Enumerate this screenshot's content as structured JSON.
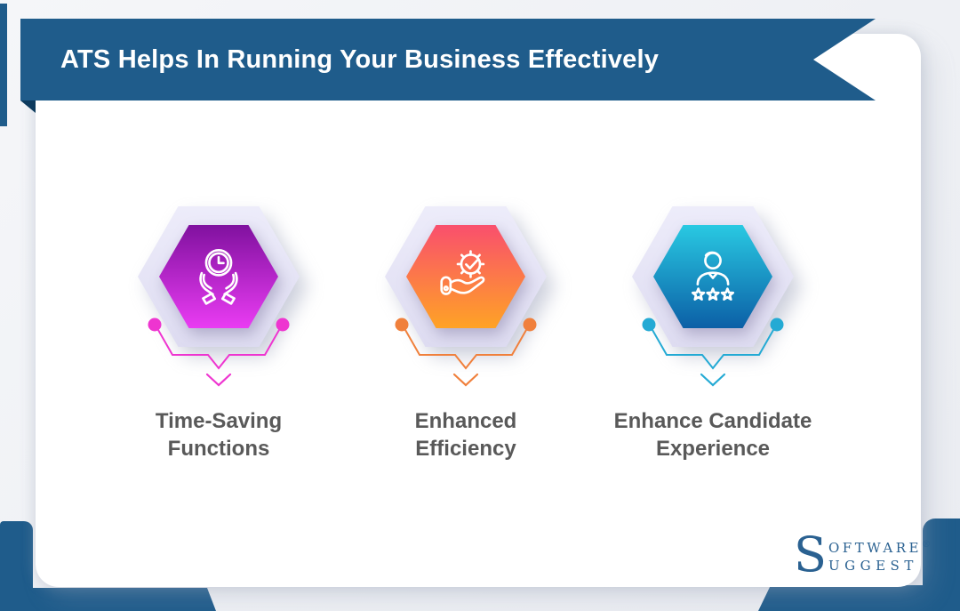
{
  "banner": {
    "title": "ATS Helps In Running Your Business Effectively"
  },
  "items": [
    {
      "icon": "hands-holding-clock-icon",
      "label_line1": "Time-Saving",
      "label_line2": "Functions",
      "accent": "#ee35d0",
      "gradient_top": "#80119f",
      "gradient_bottom": "#ea3cf3"
    },
    {
      "icon": "hand-holding-gear-icon",
      "label_line1": "Enhanced",
      "label_line2": "Efficiency",
      "accent": "#f0803c",
      "gradient_top": "#f94f6d",
      "gradient_bottom": "#ffa325"
    },
    {
      "icon": "candidate-rating-icon",
      "label_line1": "Enhance Candidate",
      "label_line2": "Experience",
      "accent": "#24aad4",
      "gradient_top": "#29c9e2",
      "gradient_bottom": "#0b5fa6"
    }
  ],
  "logo": {
    "initial": "S",
    "word_top": "OFTWARE",
    "registered": "®",
    "word_bottom": "UGGEST"
  },
  "colors": {
    "banner_blue": "#1f5c8b",
    "banner_fold": "#0d3b5e",
    "card_background": "#ffffff",
    "page_background": "#eef0f4",
    "label_text": "#595959",
    "logo_blue": "#2a6191",
    "hex_outer": "#e4e3f4"
  }
}
